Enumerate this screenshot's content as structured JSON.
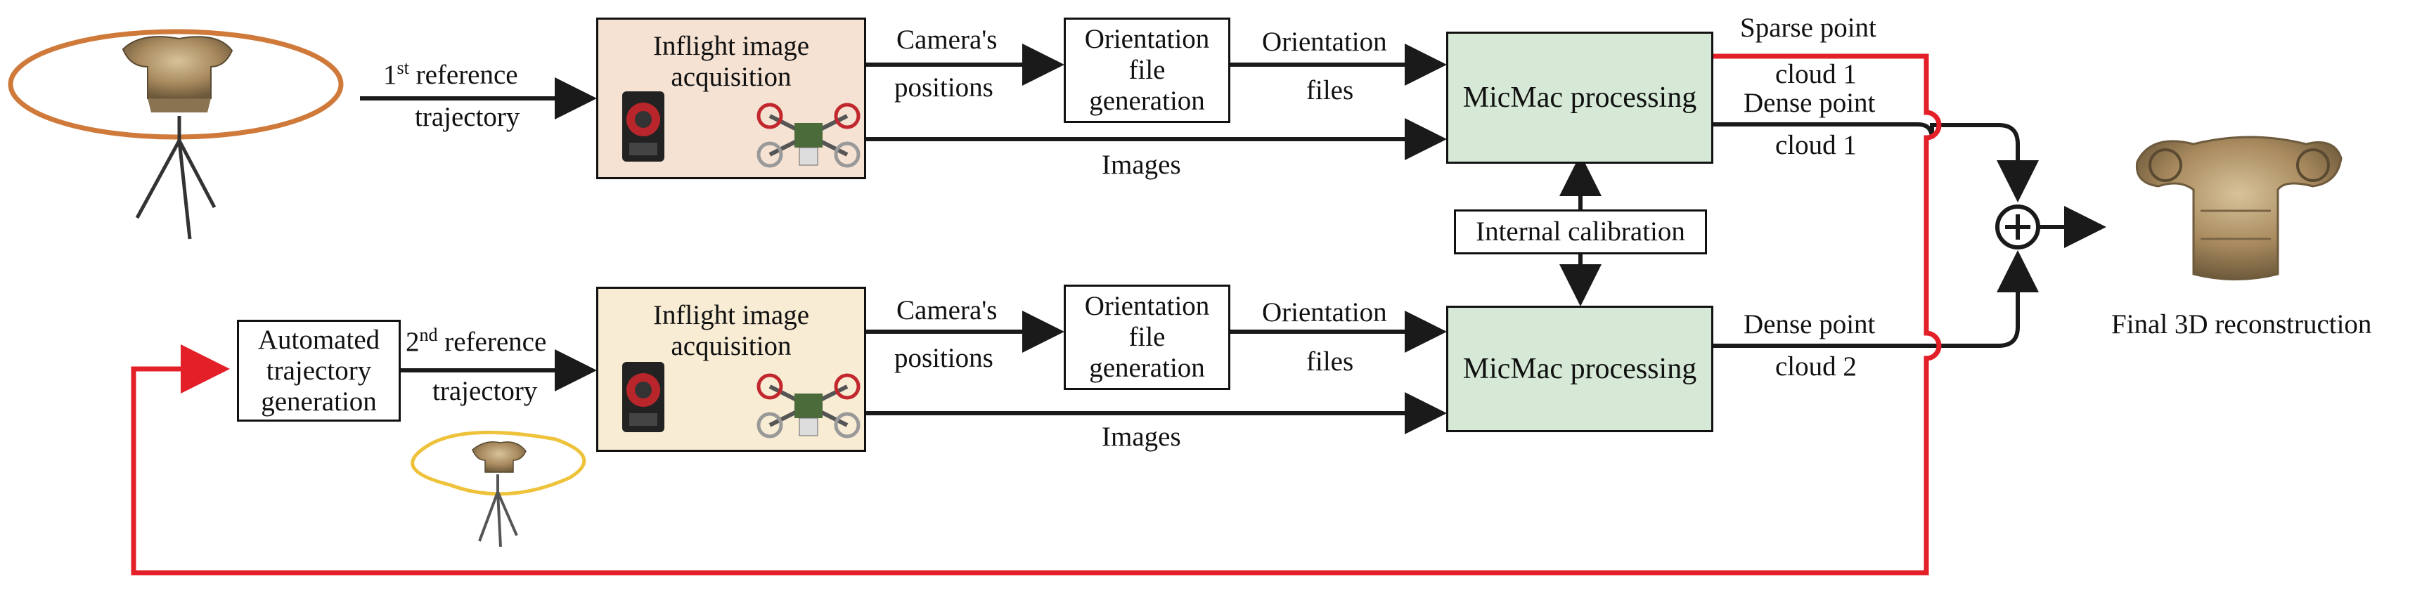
{
  "colors": {
    "line": "#1a1a1a",
    "feedback": "#e32028",
    "acq_top_fill": "#f5e2d3",
    "acq_bottom_fill": "#f8ecd4",
    "micmac_fill": "#d6e9d6",
    "orbit_top": "#cf7a3a",
    "orbit_bottom": "#eec23a"
  },
  "top_row": {
    "reference_prefix": "1",
    "reference_sup": "st",
    "reference_suffix": " reference",
    "reference_line2": "trajectory",
    "acq_line1": "Inflight image",
    "acq_line2": "acquisition",
    "camera_line1": "Camera's",
    "camera_line2": "positions",
    "orient_line1": "Orientation",
    "orient_line2": "file",
    "orient_line3": "generation",
    "files_line1": "Orientation",
    "files_line2": "files",
    "images": "Images",
    "micmac": "MicMac processing",
    "sparse_line1": "Sparse point",
    "sparse_line2": "cloud 1",
    "dense_line1": "Dense point",
    "dense_line2": "cloud 1"
  },
  "middle": {
    "calibration": "Internal calibration",
    "final": "Final 3D reconstruction"
  },
  "bottom_row": {
    "auto_line1": "Automated",
    "auto_line2": "trajectory",
    "auto_line3": "generation",
    "reference_prefix": "2",
    "reference_sup": "nd",
    "reference_suffix": " reference",
    "reference_line2": "trajectory",
    "acq_line1": "Inflight image",
    "acq_line2": "acquisition",
    "camera_line1": "Camera's",
    "camera_line2": "positions",
    "orient_line1": "Orientation",
    "orient_line2": "file",
    "orient_line3": "generation",
    "files_line1": "Orientation",
    "files_line2": "files",
    "images": "Images",
    "micmac": "MicMac processing",
    "dense_line1": "Dense point",
    "dense_line2": "cloud 2"
  },
  "icons": {
    "column": "ionic-column-capital-icon",
    "tripod": "tripod-icon",
    "camera": "camera-device-icon",
    "drone": "drone-icon",
    "plus": "circled-plus-icon"
  }
}
